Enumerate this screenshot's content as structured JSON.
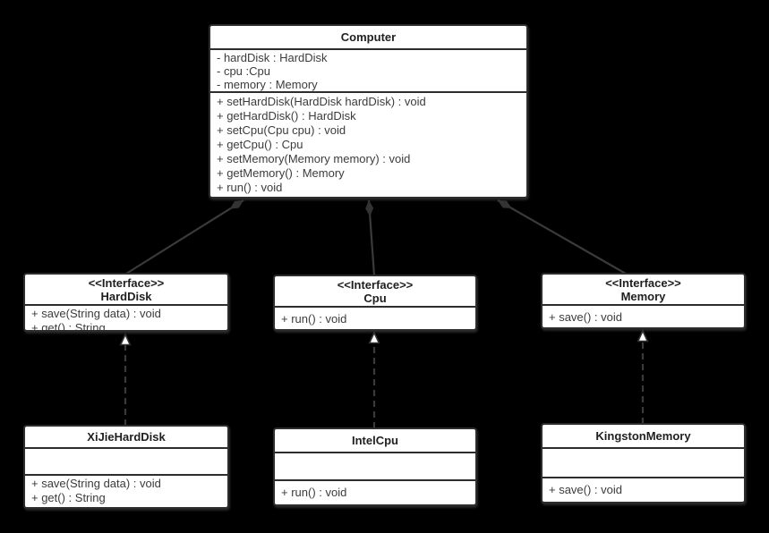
{
  "diagram": {
    "classes": {
      "computer": {
        "name": "Computer",
        "attributes": [
          "- hardDisk : HardDisk",
          "- cpu :Cpu",
          "- memory : Memory"
        ],
        "methods": [
          "+ setHardDisk(HardDisk hardDisk) : void",
          "+ getHardDisk() : HardDisk",
          "+ setCpu(Cpu cpu) : void",
          "+ getCpu() : Cpu",
          "+ setMemory(Memory memory) : void",
          "+ getMemory() : Memory",
          "+ run() : void"
        ]
      },
      "harddisk": {
        "stereotype": "<<Interface>>",
        "name": "HardDisk",
        "methods": [
          "+ save(String data) : void",
          "+ get() : String"
        ]
      },
      "cpu": {
        "stereotype": "<<Interface>>",
        "name": "Cpu",
        "methods": [
          "+ run() : void"
        ]
      },
      "memory": {
        "stereotype": "<<Interface>>",
        "name": "Memory",
        "methods": [
          "+ save() : void"
        ]
      },
      "xijieharddisk": {
        "name": "XiJieHardDisk",
        "attributes": [],
        "methods": [
          "+ save(String data) : void",
          "+ get() : String"
        ]
      },
      "intelcpu": {
        "name": "IntelCpu",
        "attributes": [],
        "methods": [
          "+ run() : void"
        ]
      },
      "kingstonmemory": {
        "name": "KingstonMemory",
        "attributes": [],
        "methods": [
          "+ save() : void"
        ]
      }
    },
    "relationships": [
      {
        "from": "Computer",
        "to": "HardDisk",
        "type": "composition"
      },
      {
        "from": "Computer",
        "to": "Cpu",
        "type": "composition"
      },
      {
        "from": "Computer",
        "to": "Memory",
        "type": "composition"
      },
      {
        "from": "XiJieHardDisk",
        "to": "HardDisk",
        "type": "realization"
      },
      {
        "from": "IntelCpu",
        "to": "Cpu",
        "type": "realization"
      },
      {
        "from": "KingstonMemory",
        "to": "Memory",
        "type": "realization"
      }
    ],
    "colors": {
      "background": "#000000",
      "box_fill": "#ffffff",
      "box_border": "#2d2d2d",
      "line": "#3a3a3a",
      "diamond_fill": "#333333",
      "triangle_fill": "#ffffff",
      "text": "#3c3c3c",
      "title_text": "#1f1f1f"
    }
  }
}
